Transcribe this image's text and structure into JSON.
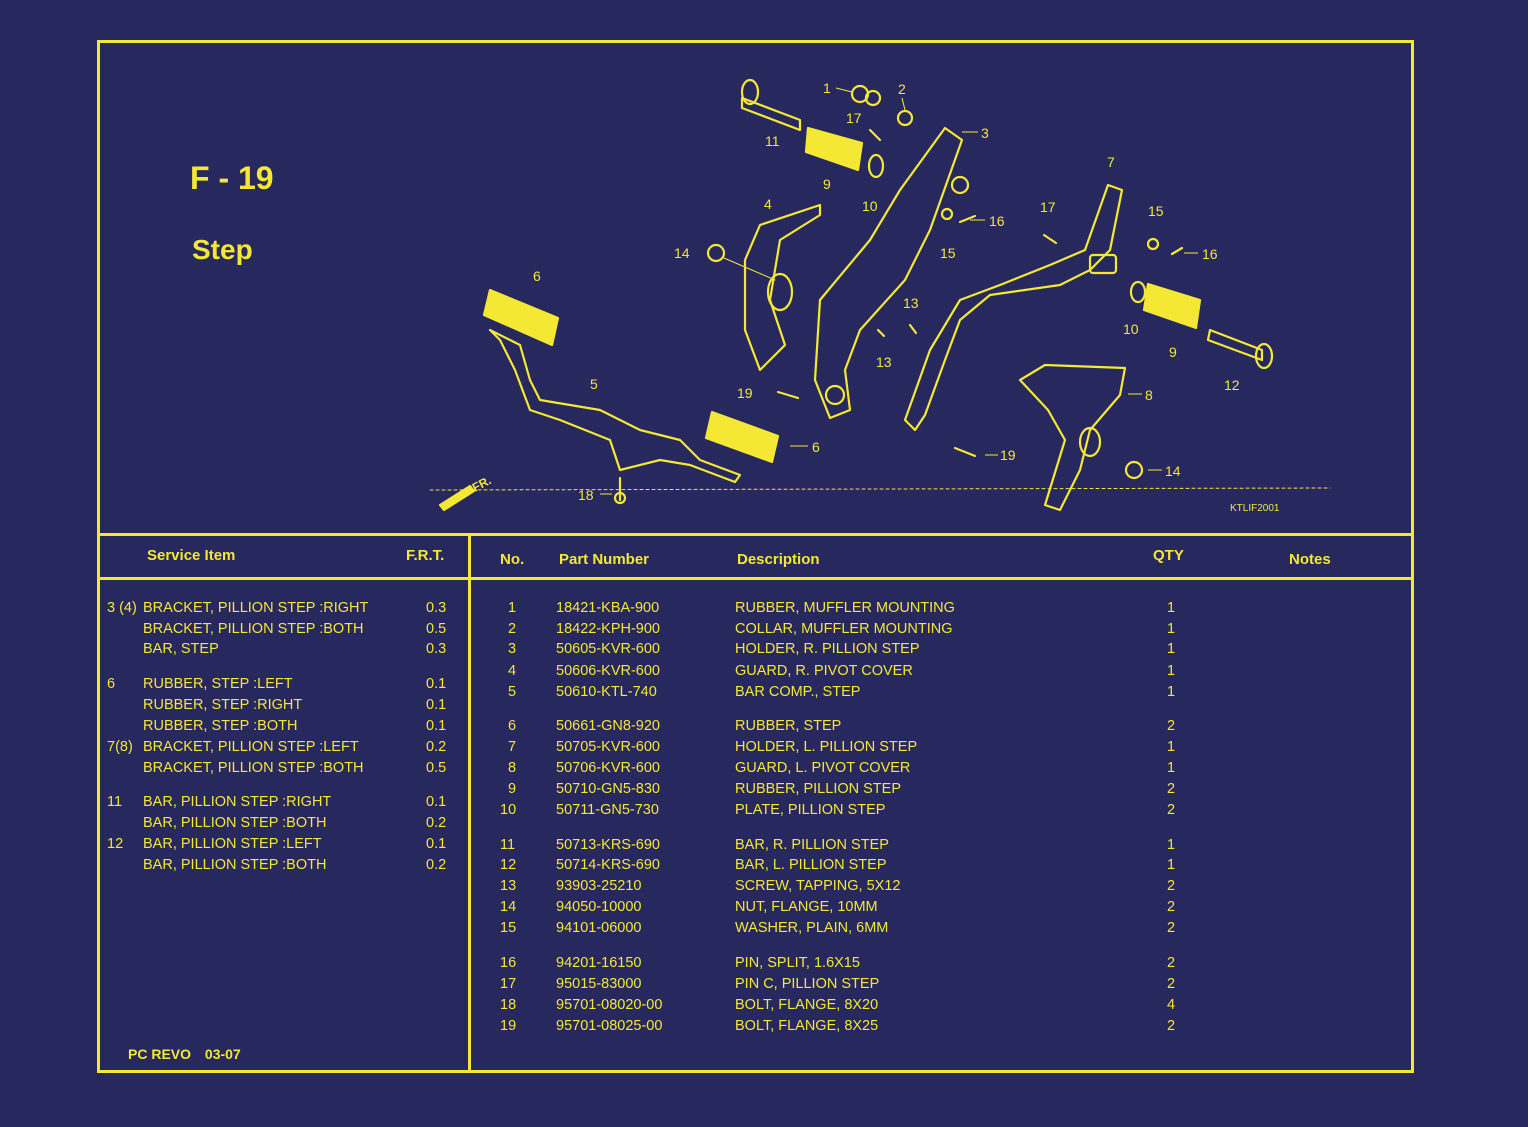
{
  "page": {
    "code": "F - 19",
    "title": "Step",
    "figure_ref": "KTLIF2001",
    "fr_mark": "FR."
  },
  "colors": {
    "background": "#26285e",
    "line": "#f4e834"
  },
  "diagram_callouts": [
    "1",
    "2",
    "17",
    "3",
    "11",
    "9",
    "10",
    "16",
    "15",
    "4",
    "14",
    "7",
    "17",
    "15",
    "16",
    "6",
    "13",
    "10",
    "9",
    "12",
    "13",
    "5",
    "19",
    "8",
    "6",
    "19",
    "14",
    "18"
  ],
  "service_table": {
    "headers": {
      "item": "Service Item",
      "frt": "F.R.T."
    },
    "rows": [
      {
        "no": "3 (4)",
        "desc": "BRACKET, PILLION STEP :RIGHT",
        "frt": "0.3"
      },
      {
        "no": "",
        "desc": "BRACKET, PILLION STEP :BOTH",
        "frt": "0.5"
      },
      {
        "no": "",
        "desc": "BAR, STEP",
        "frt": "0.3"
      },
      {
        "no": "6",
        "desc": "RUBBER, STEP :LEFT",
        "frt": "0.1"
      },
      {
        "no": "",
        "desc": "RUBBER, STEP :RIGHT",
        "frt": "0.1"
      },
      {
        "no": "",
        "desc": "RUBBER, STEP :BOTH",
        "frt": "0.1"
      },
      {
        "no": "7(8)",
        "desc": "BRACKET, PILLION STEP :LEFT",
        "frt": "0.2"
      },
      {
        "no": "",
        "desc": "BRACKET, PILLION STEP :BOTH",
        "frt": "0.5"
      },
      {
        "no": "11",
        "desc": "BAR, PILLION STEP :RIGHT",
        "frt": "0.1"
      },
      {
        "no": "",
        "desc": "BAR, PILLION STEP :BOTH",
        "frt": "0.2"
      },
      {
        "no": "12",
        "desc": "BAR, PILLION STEP :LEFT",
        "frt": "0.1"
      },
      {
        "no": "",
        "desc": "BAR, PILLION STEP :BOTH",
        "frt": "0.2"
      }
    ]
  },
  "parts_table": {
    "headers": {
      "no": "No.",
      "part": "Part Number",
      "desc": "Description",
      "qty": "QTY",
      "notes": "Notes"
    },
    "rows": [
      {
        "no": "1",
        "part": "18421-KBA-900",
        "desc": "RUBBER, MUFFLER MOUNTING",
        "qty": "1"
      },
      {
        "no": "2",
        "part": "18422-KPH-900",
        "desc": "COLLAR, MUFFLER MOUNTING",
        "qty": "1"
      },
      {
        "no": "3",
        "part": "50605-KVR-600",
        "desc": "HOLDER, R. PILLION STEP",
        "qty": "1"
      },
      {
        "no": "4",
        "part": "50606-KVR-600",
        "desc": "GUARD, R. PIVOT COVER",
        "qty": "1"
      },
      {
        "no": "5",
        "part": "50610-KTL-740",
        "desc": "BAR COMP., STEP",
        "qty": "1"
      },
      {
        "no": "6",
        "part": "50661-GN8-920",
        "desc": "RUBBER, STEP",
        "qty": "2"
      },
      {
        "no": "7",
        "part": "50705-KVR-600",
        "desc": "HOLDER, L. PILLION STEP",
        "qty": "1"
      },
      {
        "no": "8",
        "part": "50706-KVR-600",
        "desc": "GUARD, L. PIVOT COVER",
        "qty": "1"
      },
      {
        "no": "9",
        "part": "50710-GN5-830",
        "desc": "RUBBER, PILLION STEP",
        "qty": "2"
      },
      {
        "no": "10",
        "part": "50711-GN5-730",
        "desc": "PLATE, PILLION STEP",
        "qty": "2"
      },
      {
        "no": "11",
        "part": "50713-KRS-690",
        "desc": "BAR, R. PILLION STEP",
        "qty": "1"
      },
      {
        "no": "12",
        "part": "50714-KRS-690",
        "desc": "BAR, L. PILLION STEP",
        "qty": "1"
      },
      {
        "no": "13",
        "part": "93903-25210",
        "desc": "SCREW, TAPPING, 5X12",
        "qty": "2"
      },
      {
        "no": "14",
        "part": "94050-10000",
        "desc": "NUT, FLANGE, 10MM",
        "qty": "2"
      },
      {
        "no": "15",
        "part": "94101-06000",
        "desc": "WASHER, PLAIN, 6MM",
        "qty": "2"
      },
      {
        "no": "16",
        "part": "94201-16150",
        "desc": "PIN, SPLIT, 1.6X15",
        "qty": "2"
      },
      {
        "no": "17",
        "part": "95015-83000",
        "desc": "PIN C, PILLION STEP",
        "qty": "2"
      },
      {
        "no": "18",
        "part": "95701-08020-00",
        "desc": "BOLT, FLANGE, 8X20",
        "qty": "4"
      },
      {
        "no": "19",
        "part": "95701-08025-00",
        "desc": "BOLT, FLANGE, 8X25",
        "qty": "2"
      }
    ]
  },
  "footer": {
    "model": "PC REVO",
    "date": "03-07"
  }
}
